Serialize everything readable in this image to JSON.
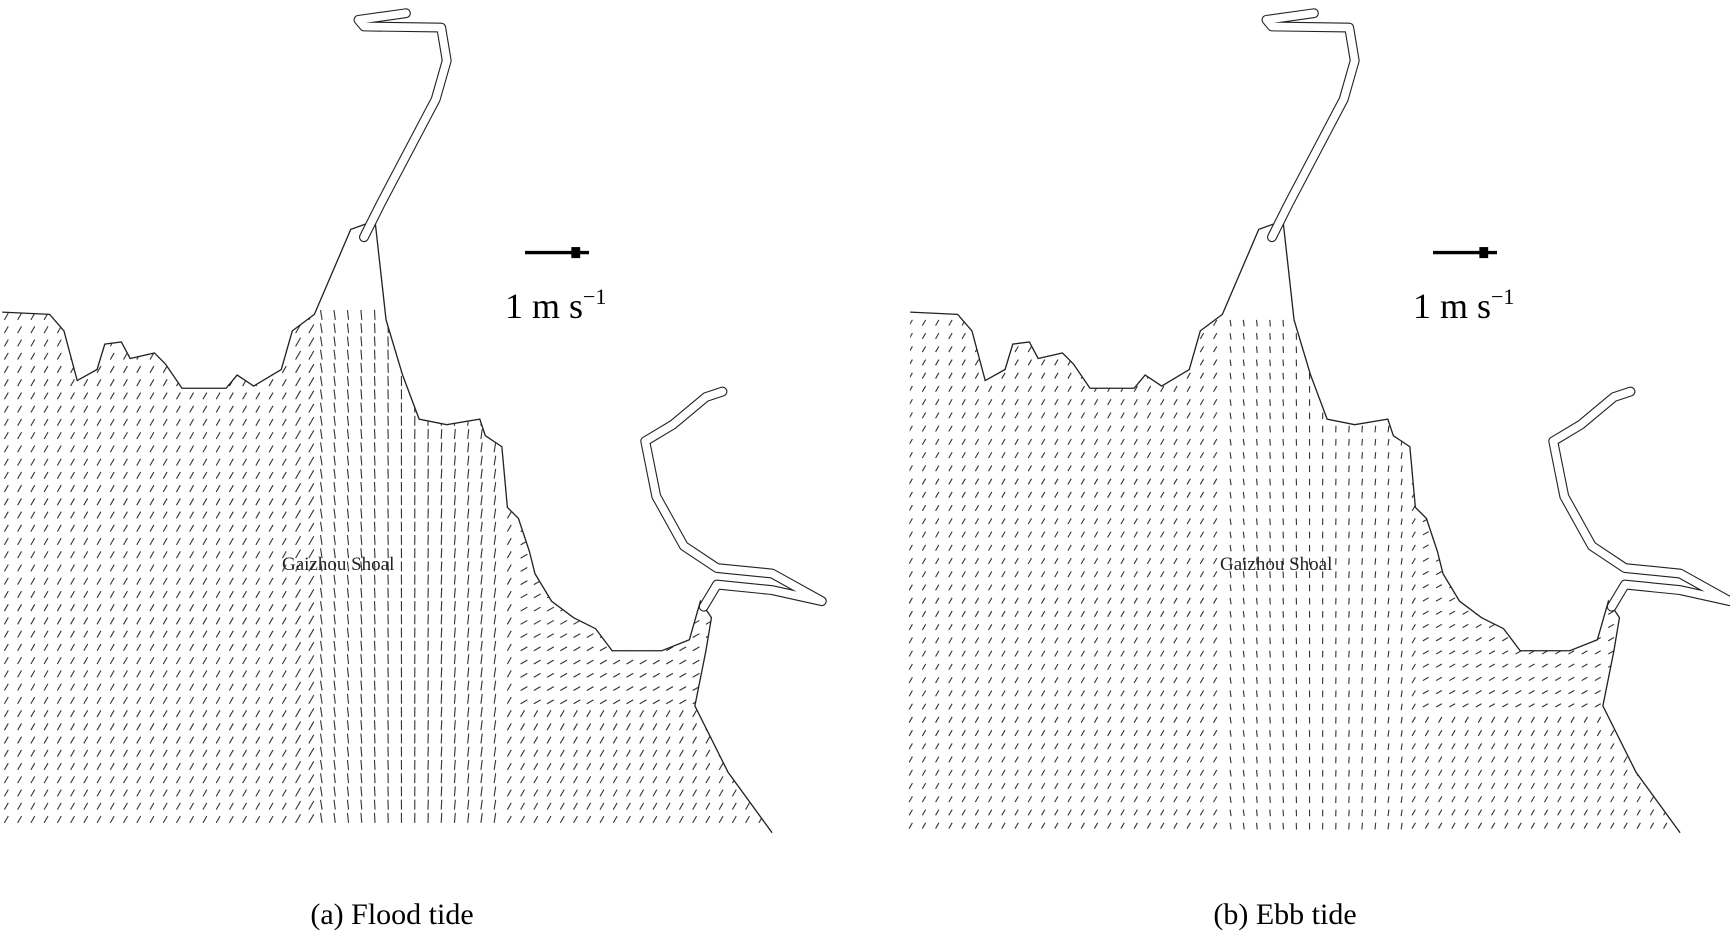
{
  "panels": [
    {
      "id": "a",
      "caption": "(a) Flood tide",
      "place_label": "Gaizhou Shoal",
      "scale_label": "1 m s",
      "scale_exp": "−1",
      "flow": "flood"
    },
    {
      "id": "b",
      "caption": "(b) Ebb tide",
      "place_label": "Gaizhou Shoal",
      "scale_label": "1 m s",
      "scale_exp": "−1",
      "flow": "ebb"
    }
  ]
}
